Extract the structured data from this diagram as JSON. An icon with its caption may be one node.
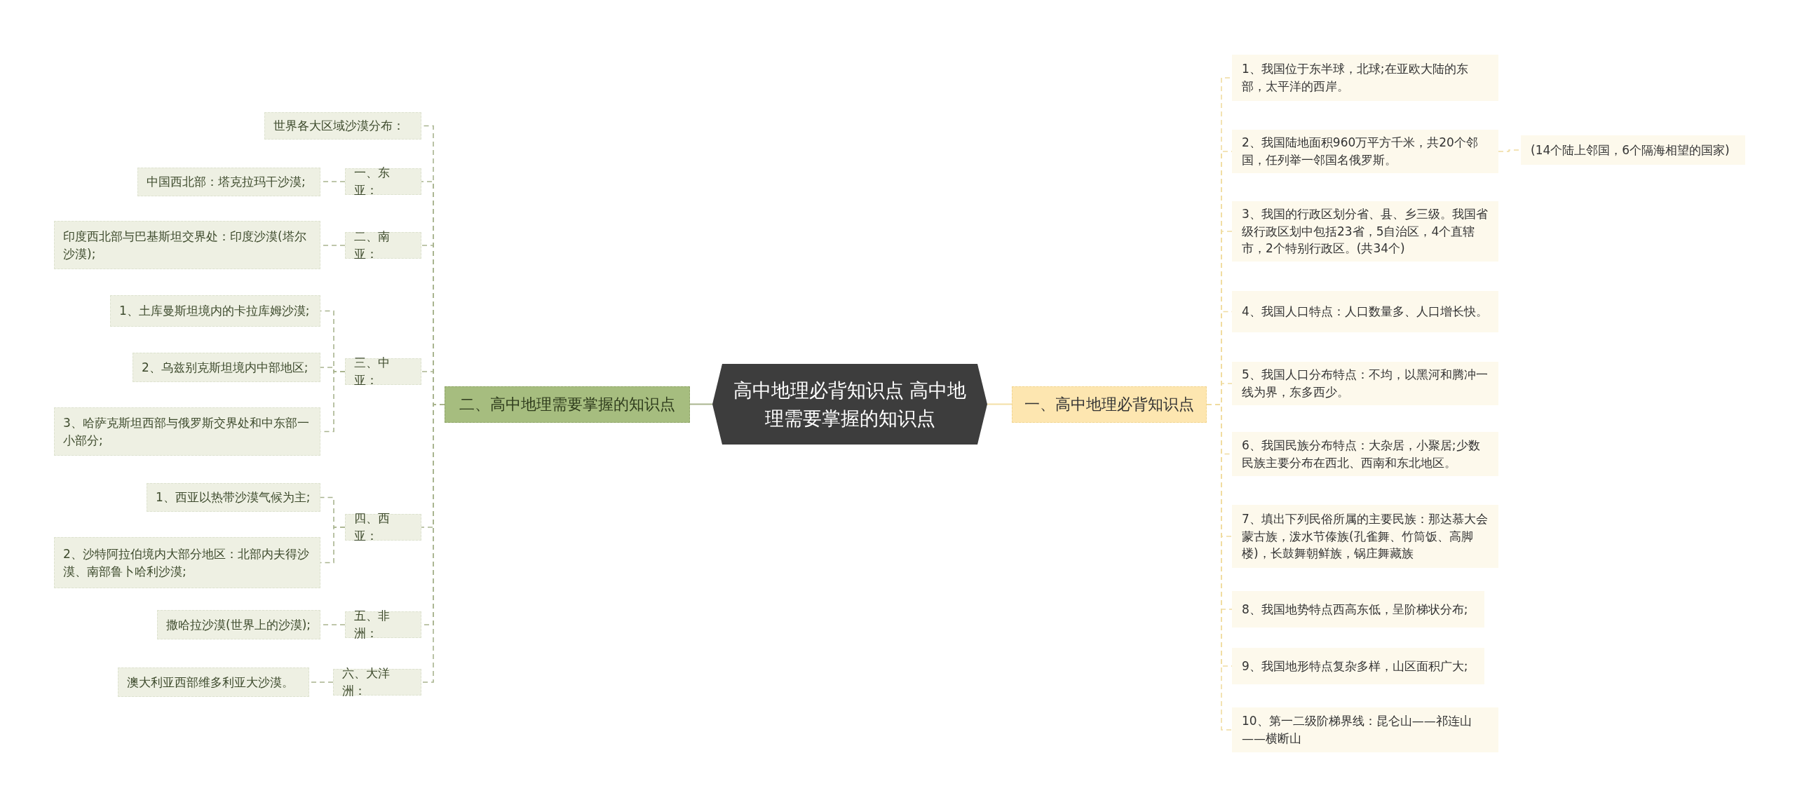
{
  "diagram": {
    "nodes": [
      {
        "text": [
          "高中地理必背知识点 高中地理需要掌握的知识点"
        ]
      },
      {
        "text": [
          "一、高中地理必背知识点"
        ]
      },
      {
        "text": [
          "1、我国位于东半球，北球;在亚欧大陆的东部，太平洋的西岸。"
        ]
      },
      {
        "text": [
          "2、我国陆地面积960万平方千米，共20个邻国，任列举一邻国名俄罗斯。"
        ]
      },
      {
        "text": [
          "3、我国的行政区划分省、县、乡三级。我国省级行政区划中包括23省，5自治区，4个直辖市，2个特别行政区。(共34个)"
        ]
      },
      {
        "text": [
          "4、我国人口特点：人口数量多、人口增长快。"
        ]
      },
      {
        "text": [
          "5、我国人口分布特点：不均，以黑河和腾冲一线为界，东多西少。"
        ]
      },
      {
        "text": [
          "6、我国民族分布特点：大杂居，小聚居;少数民族主要分布在西北、西南和东北地区。"
        ]
      },
      {
        "text": [
          "7、填出下列民俗所属的主要民族：那达慕大会蒙古族，泼水节傣族(孔雀舞、竹筒饭、高脚楼)，长鼓舞朝鲜族，锅庄舞藏族"
        ]
      },
      {
        "text": [
          "8、我国地势特点西高东低，呈阶梯状分布;"
        ]
      },
      {
        "text": [
          "9、我国地形特点复杂多样，山区面积广大;"
        ]
      },
      {
        "text": [
          "10、第一二级阶梯界线：昆仑山——祁连山——横断山"
        ]
      },
      {
        "text": [
          "(14个陆上邻国，6个隔海相望的国家)"
        ]
      },
      {
        "text": [
          "二、高中地理需要掌握的知识点"
        ]
      },
      {
        "text": [
          "世界各大区域沙漠分布："
        ]
      },
      {
        "text": [
          "一、东亚："
        ]
      },
      {
        "text": [
          "中国西北部：塔克拉玛干沙漠;"
        ]
      },
      {
        "text": [
          "二、南亚："
        ]
      },
      {
        "text": [
          "印度西北部与巴基斯坦交界处：印度沙漠(塔尔沙漠);"
        ]
      },
      {
        "text": [
          "三、中亚："
        ]
      },
      {
        "text": [
          "1、土库曼斯坦境内的卡拉库姆沙漠;"
        ]
      },
      {
        "text": [
          "2、乌兹别克斯坦境内中部地区;"
        ]
      },
      {
        "text": [
          "3、哈萨克斯坦西部与俄罗斯交界处和中东部一小部分;"
        ]
      },
      {
        "text": [
          "四、西亚："
        ]
      },
      {
        "text": [
          "1、西亚以热带沙漠气候为主;"
        ]
      },
      {
        "text": [
          "2、沙特阿拉伯境内大部分地区：北部内夫得沙漠、南部鲁卜哈利沙漠;"
        ]
      },
      {
        "text": [
          "五、非洲："
        ]
      },
      {
        "text": [
          "撒哈拉沙漠(世界上的沙漠);"
        ]
      },
      {
        "text": [
          "六、大洋洲："
        ]
      },
      {
        "text": [
          "澳大利亚西部维多利亚大沙漠。"
        ]
      }
    ],
    "edges": [
      {
        "from": 0,
        "to": 1,
        "arrow": "none",
        "color": "#f3dfa6"
      },
      {
        "from": 1,
        "to": 2,
        "arrow": "none",
        "style": "dashed",
        "color": "#f0dca0"
      },
      {
        "from": 1,
        "to": 3,
        "arrow": "none",
        "style": "dashed",
        "color": "#f0dca0"
      },
      {
        "from": 1,
        "to": 4,
        "arrow": "none",
        "style": "dashed",
        "color": "#f0dca0"
      },
      {
        "from": 1,
        "to": 5,
        "arrow": "none",
        "style": "dashed",
        "color": "#f0dca0"
      },
      {
        "from": 1,
        "to": 6,
        "arrow": "none",
        "style": "dashed",
        "color": "#f0dca0"
      },
      {
        "from": 1,
        "to": 7,
        "arrow": "none",
        "style": "dashed",
        "color": "#f0dca0"
      },
      {
        "from": 1,
        "to": 8,
        "arrow": "none",
        "style": "dashed",
        "color": "#f0dca0"
      },
      {
        "from": 1,
        "to": 9,
        "arrow": "none",
        "style": "dashed",
        "color": "#f0dca0"
      },
      {
        "from": 1,
        "to": 10,
        "arrow": "none",
        "style": "dashed",
        "color": "#f0dca0"
      },
      {
        "from": 1,
        "to": 11,
        "arrow": "none",
        "style": "dashed",
        "color": "#f0dca0"
      },
      {
        "from": 3,
        "to": 12,
        "arrow": "none",
        "style": "dashed",
        "color": "#f0dca0"
      },
      {
        "from": 0,
        "to": 13,
        "arrow": "none"
      },
      {
        "from": 13,
        "to": 14,
        "arrow": "none",
        "style": "dashed"
      },
      {
        "from": 13,
        "to": 15,
        "arrow": "none",
        "style": "dashed"
      },
      {
        "from": 13,
        "to": 17,
        "arrow": "none",
        "style": "dashed"
      },
      {
        "from": 13,
        "to": 19,
        "arrow": "none",
        "style": "dashed"
      },
      {
        "from": 13,
        "to": 23,
        "arrow": "none",
        "style": "dashed"
      },
      {
        "from": 13,
        "to": 26,
        "arrow": "none",
        "style": "dashed"
      },
      {
        "from": 13,
        "to": 28,
        "arrow": "none",
        "style": "dashed"
      },
      {
        "from": 15,
        "to": 16,
        "arrow": "none",
        "style": "dashed"
      },
      {
        "from": 17,
        "to": 18,
        "arrow": "none",
        "style": "dashed"
      },
      {
        "from": 19,
        "to": 20,
        "arrow": "none",
        "style": "dashed"
      },
      {
        "from": 19,
        "to": 21,
        "arrow": "none",
        "style": "dashed"
      },
      {
        "from": 19,
        "to": 22,
        "arrow": "none",
        "style": "dashed"
      },
      {
        "from": 23,
        "to": 24,
        "arrow": "none",
        "style": "dashed"
      },
      {
        "from": 23,
        "to": 25,
        "arrow": "none",
        "style": "dashed"
      },
      {
        "from": 26,
        "to": 27,
        "arrow": "none",
        "style": "dashed"
      },
      {
        "from": 28,
        "to": 29,
        "arrow": "none",
        "style": "dashed"
      }
    ]
  }
}
